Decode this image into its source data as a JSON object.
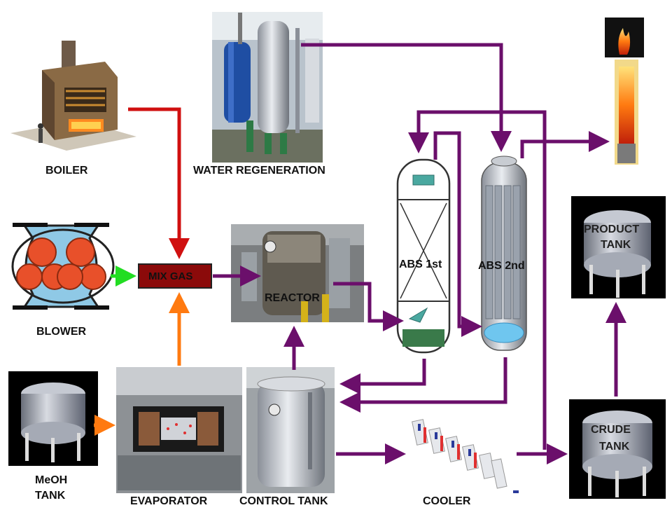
{
  "labels": {
    "boiler": "BOILER",
    "water_regeneration": "WATER REGENERATION",
    "blower": "BLOWER",
    "mix_gas": "MIX GAS",
    "reactor": "REACTOR",
    "abs_1st": "ABS 1st",
    "abs_2nd": "ABS 2nd",
    "product_tank_line1": "PRODUCT",
    "product_tank_line2": "TANK",
    "crude_tank_line1": "CRUDE",
    "crude_tank_line2": "TANK",
    "meoh_tank_line1": "MeOH",
    "meoh_tank_line2": "TANK",
    "evaporator": "EVAPORATOR",
    "control_tank": "CONTROL TANK",
    "cooler": "COOLER"
  },
  "colors": {
    "process_flow": "#6b0f6b",
    "steam_flow": "#d01010",
    "air_flow": "#22dd22",
    "methanol_flow": "#ff7a10",
    "mix_gas_box": "#8b0a0a"
  }
}
